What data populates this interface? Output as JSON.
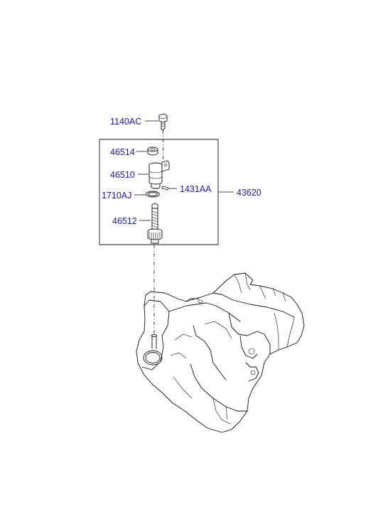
{
  "diagram": {
    "labels": {
      "bolt": "1140AC",
      "cap_ring": "46514",
      "sleeve": "46510",
      "oring": "1710AJ",
      "pin": "1431AA",
      "assembly": "43620",
      "driven_gear": "46512"
    }
  }
}
